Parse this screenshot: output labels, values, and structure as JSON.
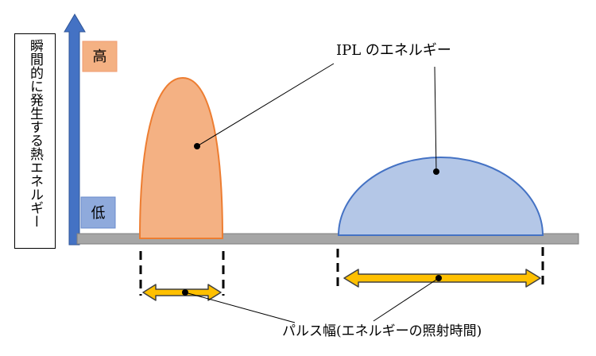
{
  "axis": {
    "label": "瞬間的に発生する熱エネルギー",
    "high": "高",
    "low": "低"
  },
  "callouts": {
    "energy": "IPL のエネルギー",
    "pulse_width": "パルス幅(エネルギーの照射時間)"
  },
  "colors": {
    "axis_arrow": "#4472C4",
    "high_box": "#F4B183",
    "high_box_outline": "#F19C72",
    "low_box": "#8FAADC",
    "low_box_outline": "#6A8BCB",
    "short_pulse": "#F4B183",
    "short_pulse_outline": "#ED7D31",
    "long_pulse": "#B4C7E7",
    "long_pulse_outline": "#4472C4",
    "baseline": "#A6A6A6",
    "baseline_outline": "#7F7F7F",
    "pulse_arrow": "#FFC000",
    "pulse_arrow_outline": "#404040"
  }
}
